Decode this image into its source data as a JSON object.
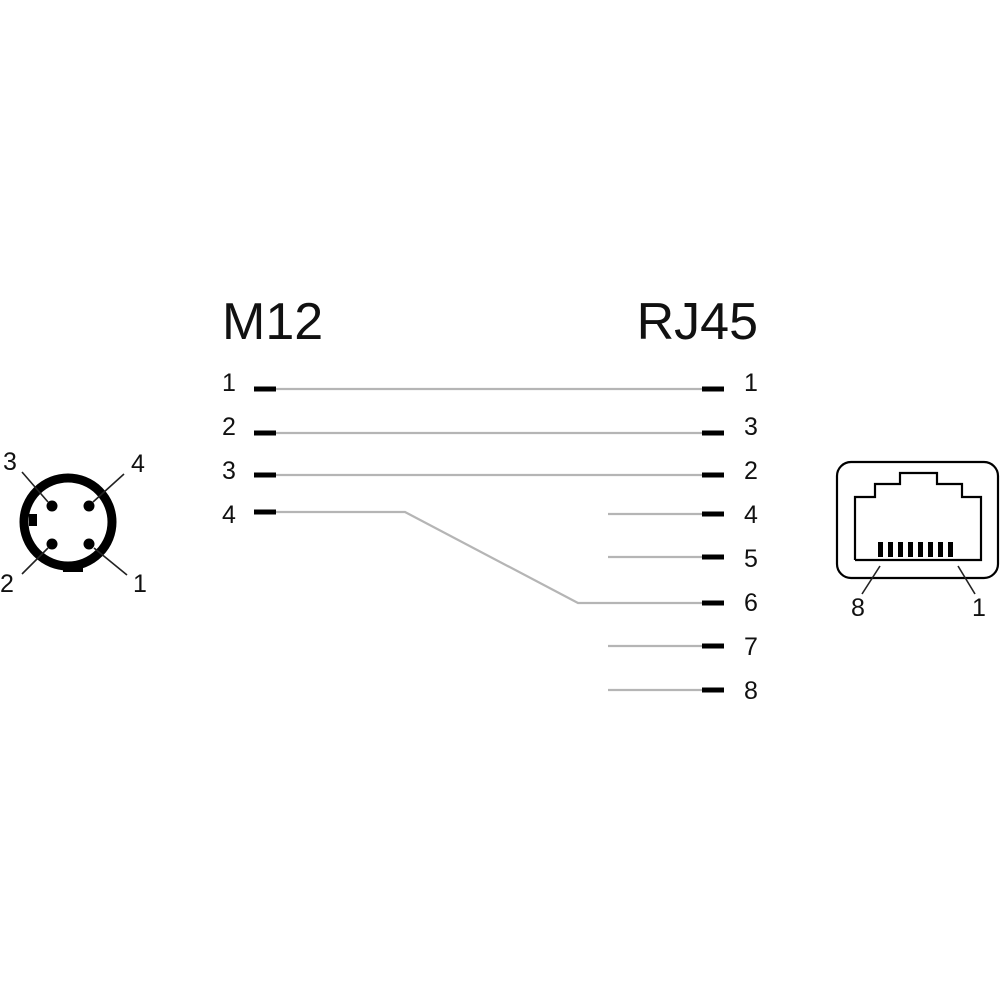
{
  "m12_header": "M12",
  "rj45_header": "RJ45",
  "m12_pins": [
    "1",
    "2",
    "3",
    "4"
  ],
  "rj45_pins": [
    "1",
    "3",
    "2",
    "4",
    "5",
    "6",
    "7",
    "8"
  ],
  "connections": [
    {
      "m12": "1",
      "rj45": "1"
    },
    {
      "m12": "2",
      "rj45": "3"
    },
    {
      "m12": "3",
      "rj45": "2"
    },
    {
      "m12": "4",
      "rj45": "6"
    }
  ],
  "unconnected_rj45_pins": [
    "4",
    "5",
    "7",
    "8"
  ],
  "m12_face_labels": {
    "top_left": "3",
    "top_right": "4",
    "bottom_left": "2",
    "bottom_right": "1"
  },
  "rj45_face_labels": {
    "left": "8",
    "right": "1"
  },
  "colors": {
    "wire": "#b5b5b5",
    "ink": "#000000"
  }
}
